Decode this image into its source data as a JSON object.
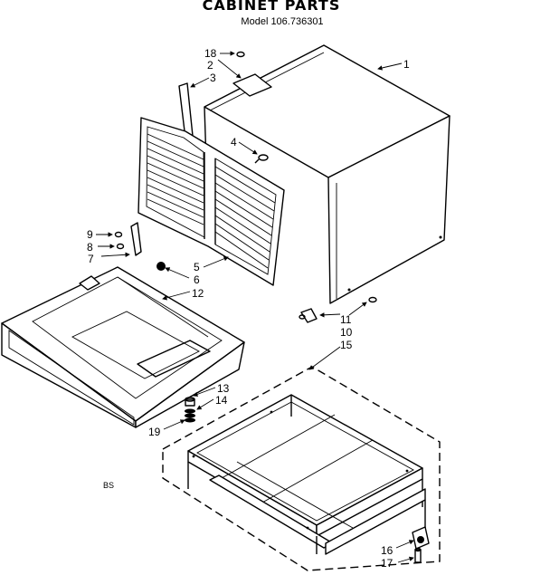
{
  "title": "CABINET PARTS",
  "model": "Model 106.736301",
  "corner_code": "BS",
  "callouts": {
    "c1": "1",
    "c2": "2",
    "c3": "3",
    "c4": "4",
    "c5": "5",
    "c6": "6",
    "c7": "7",
    "c8": "8",
    "c9": "9",
    "c10": "10",
    "c11": "11",
    "c12": "12",
    "c13": "13",
    "c14": "14",
    "c15": "15",
    "c16": "16",
    "c17": "17",
    "c18": "18",
    "c19": "19"
  }
}
